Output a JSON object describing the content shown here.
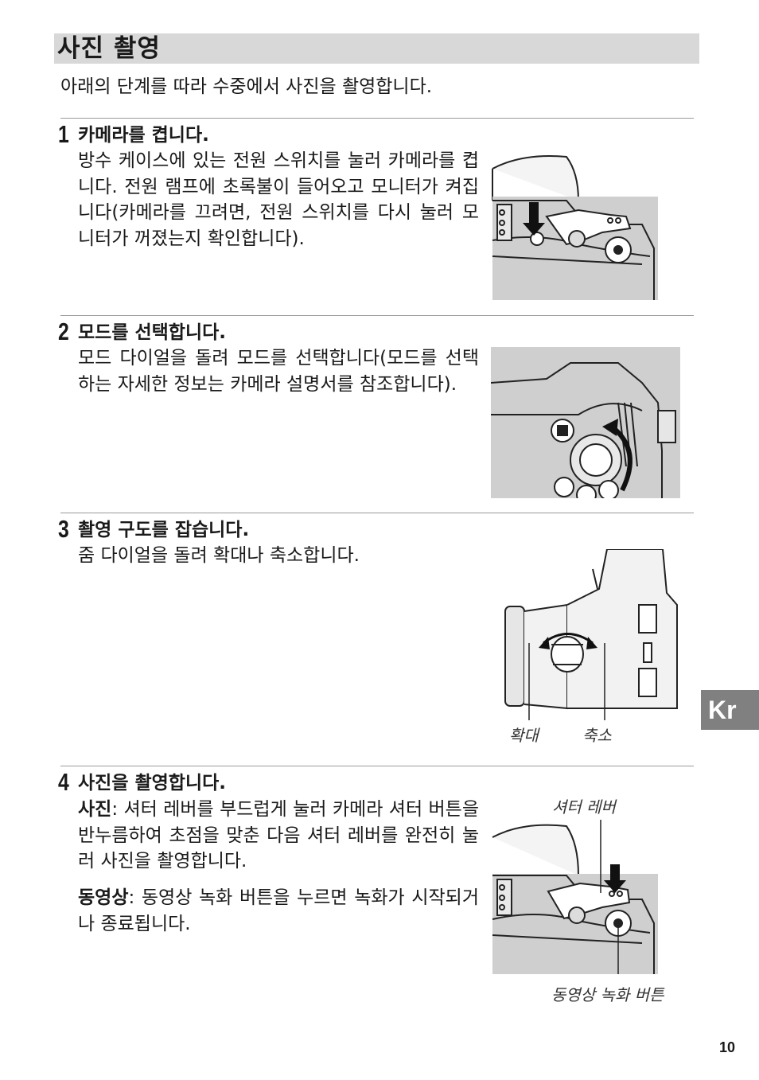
{
  "section": {
    "title": "사진 촬영",
    "intro": "아래의 단계를 따라 수중에서 사진을 촬영합니다."
  },
  "steps": [
    {
      "num": "1",
      "title": "카메라를 켭니다.",
      "body": "방수 케이스에 있는 전원 스위치를 눌러 카메라를 켭니다. 전원 램프에 초록불이 들어오고 모니터가 켜집니다(카메라를 끄려면, 전원 스위치를 다시 눌러 모니터가 꺼졌는지 확인합니다)."
    },
    {
      "num": "2",
      "title": "모드를 선택합니다.",
      "body": "모드 다이얼을 돌려 모드를 선택합니다(모드를 선택하는 자세한 정보는 카메라 설명서를 참조합니다)."
    },
    {
      "num": "3",
      "title": "촬영 구도를 잡습니다.",
      "body": "줌 다이얼을 돌려 확대나 축소합니다.",
      "caption_zoom_in": "확대",
      "caption_zoom_out": "축소"
    },
    {
      "num": "4",
      "title": "사진을 촬영합니다.",
      "photo_label": "사진",
      "photo_body": ": 셔터 레버를 부드럽게 눌러 카메라 셔터 버튼을 반누름하여 초점을 맞춘 다음 셔터 레버를 완전히 눌러 사진을 촬영합니다.",
      "movie_label": "동영상",
      "movie_body": ": 동영상 녹화 버튼을 누르면 녹화가 시작되거나 종료됩니다.",
      "caption_shutter": "셔터 레버",
      "caption_movie": "동영상 녹화 버튼"
    }
  ],
  "side_tab": "Kr",
  "page_number": "10"
}
